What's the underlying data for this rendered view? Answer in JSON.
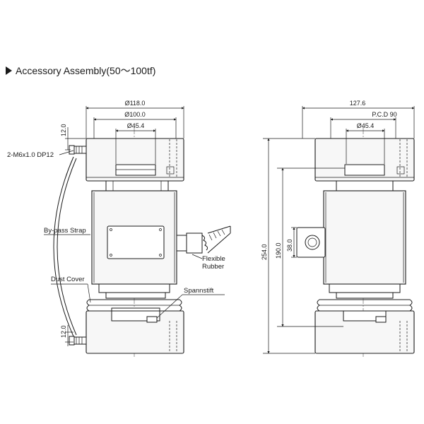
{
  "header": {
    "title": "Accessory Assembly(50～100tf)"
  },
  "left_view": {
    "dims": {
      "d118": "Ø118.0",
      "d100": "Ø100.0",
      "d45": "Ø45.4",
      "v12_top": "12.0",
      "v12_bot": "12.0"
    },
    "labels": {
      "screw": "2-M6x1.0 DP12",
      "bypass": "By-pass Strap",
      "dust": "Dust Cover",
      "flex1": "Flexible",
      "flex2": "Rubber",
      "spann": "Spannstift"
    }
  },
  "right_view": {
    "dims": {
      "w127": "127.6",
      "pcd": "P.C.D 90",
      "d45": "Ø45.4",
      "h254": "254.0",
      "h190": "190.0",
      "h38": "38.0"
    }
  }
}
